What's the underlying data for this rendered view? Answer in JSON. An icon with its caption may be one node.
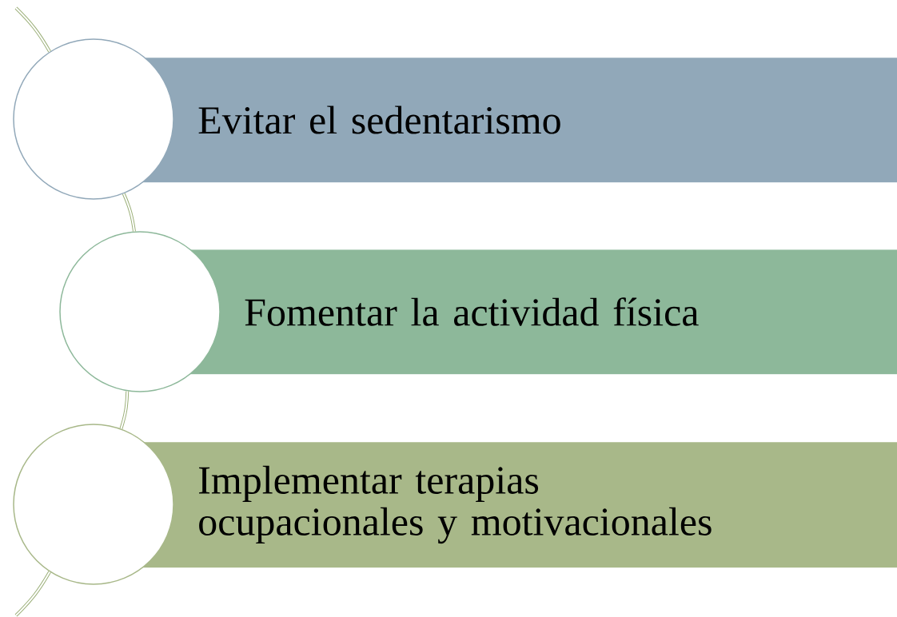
{
  "diagram": {
    "nodes": [
      {
        "text": [],
        "shape": "circle"
      },
      {
        "text": [
          "Evitar el sedentarismo"
        ]
      },
      {
        "text": [],
        "shape": "circle"
      },
      {
        "text": [
          "Fomentar la actividad física"
        ]
      },
      {
        "text": [],
        "shape": "circle"
      },
      {
        "text": [
          "Implementar terapias ocupacionales y motivacionales"
        ]
      }
    ],
    "edges": [
      {
        "from": null,
        "to": 0,
        "arrow": "none"
      },
      {
        "from": 0,
        "to": 2,
        "arrow": "none"
      },
      {
        "from": 2,
        "to": 4,
        "arrow": "none"
      },
      {
        "from": 4,
        "to": null,
        "arrow": "none"
      }
    ]
  }
}
